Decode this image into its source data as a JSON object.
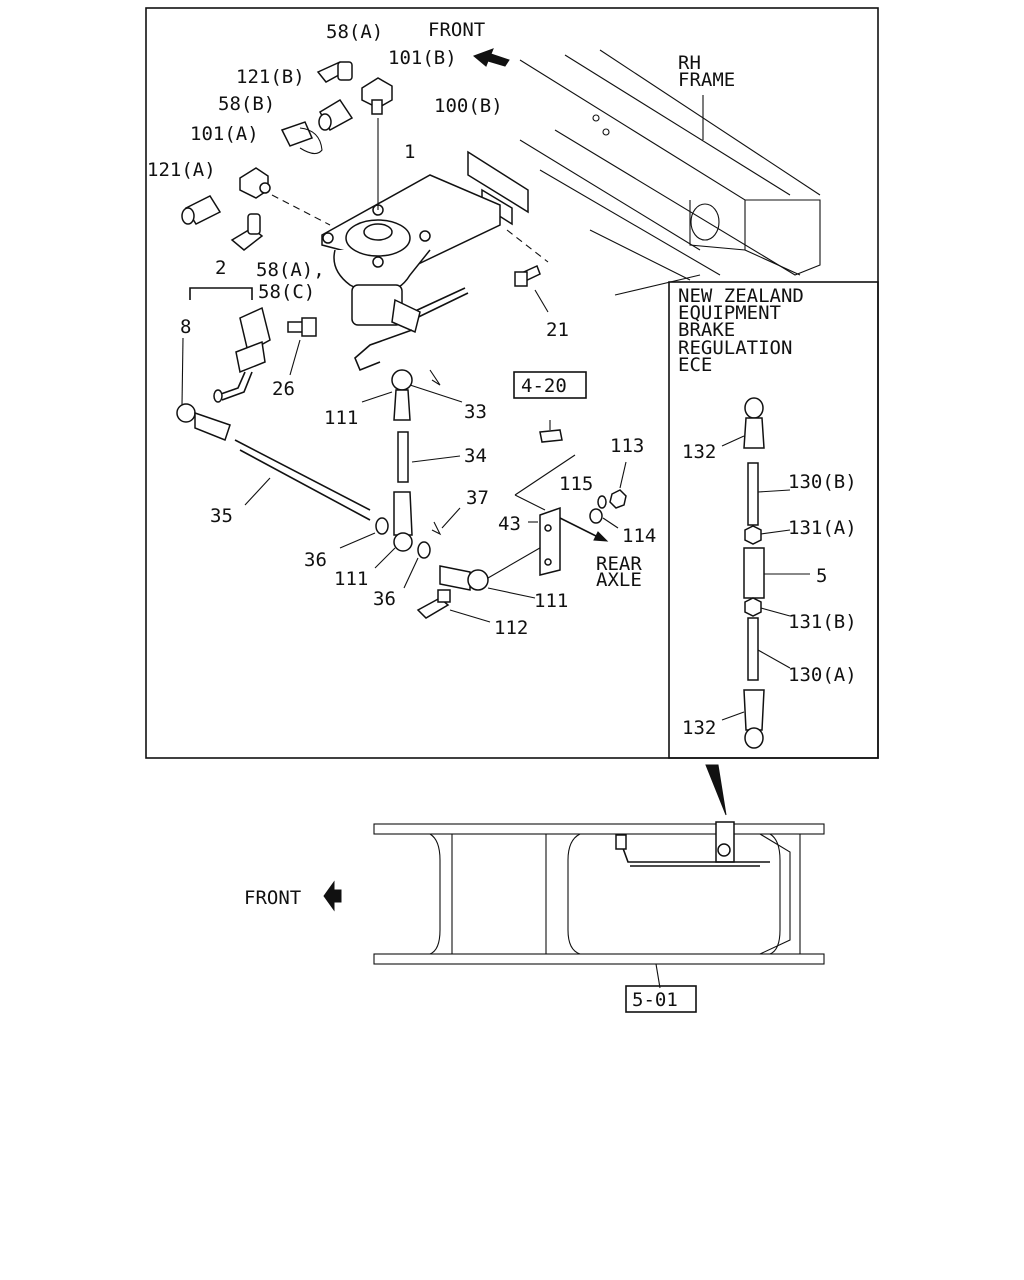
{
  "detail": {
    "direction_front": "FRONT",
    "frame_label": [
      "RH",
      "FRAME"
    ],
    "direction_rear": [
      "REAR",
      "AXLE"
    ],
    "ref_box": "4-20",
    "callouts": {
      "p58a_top": "58(A)",
      "p101b": "101(B)",
      "p121b": "121(B)",
      "p58b": "58(B)",
      "p101a": "101(A)",
      "p121a": "121(A)",
      "p100b": "100(B)",
      "p1": "1",
      "p58a_mid": "58(A),",
      "p58c": "58(C)",
      "p2": "2",
      "p8": "8",
      "p26": "26",
      "p21": "21",
      "p111_a": "111",
      "p33": "33",
      "p34": "34",
      "p35": "35",
      "p36_a": "36",
      "p111_b": "111",
      "p37": "37",
      "p36_b": "36",
      "p43": "43",
      "p115": "115",
      "p113": "113",
      "p114": "114",
      "p111_c": "111",
      "p112": "112"
    }
  },
  "inset": {
    "heading": [
      "NEW ZEALAND",
      "EQUIPMENT",
      "BRAKE",
      "REGULATION",
      "ECE"
    ],
    "callouts": {
      "p132_top": "132",
      "p130b": "130(B)",
      "p131a": "131(A)",
      "p5": "5",
      "p131b": "131(B)",
      "p130a": "130(A)",
      "p132_bot": "132"
    }
  },
  "overview": {
    "direction_front": "FRONT",
    "ref_box": "5-01"
  },
  "icons": [
    "front-arrow-icon",
    "rear-axle-arrow-icon",
    "pointer-triangle-icon",
    "overview-front-arrow-icon"
  ]
}
